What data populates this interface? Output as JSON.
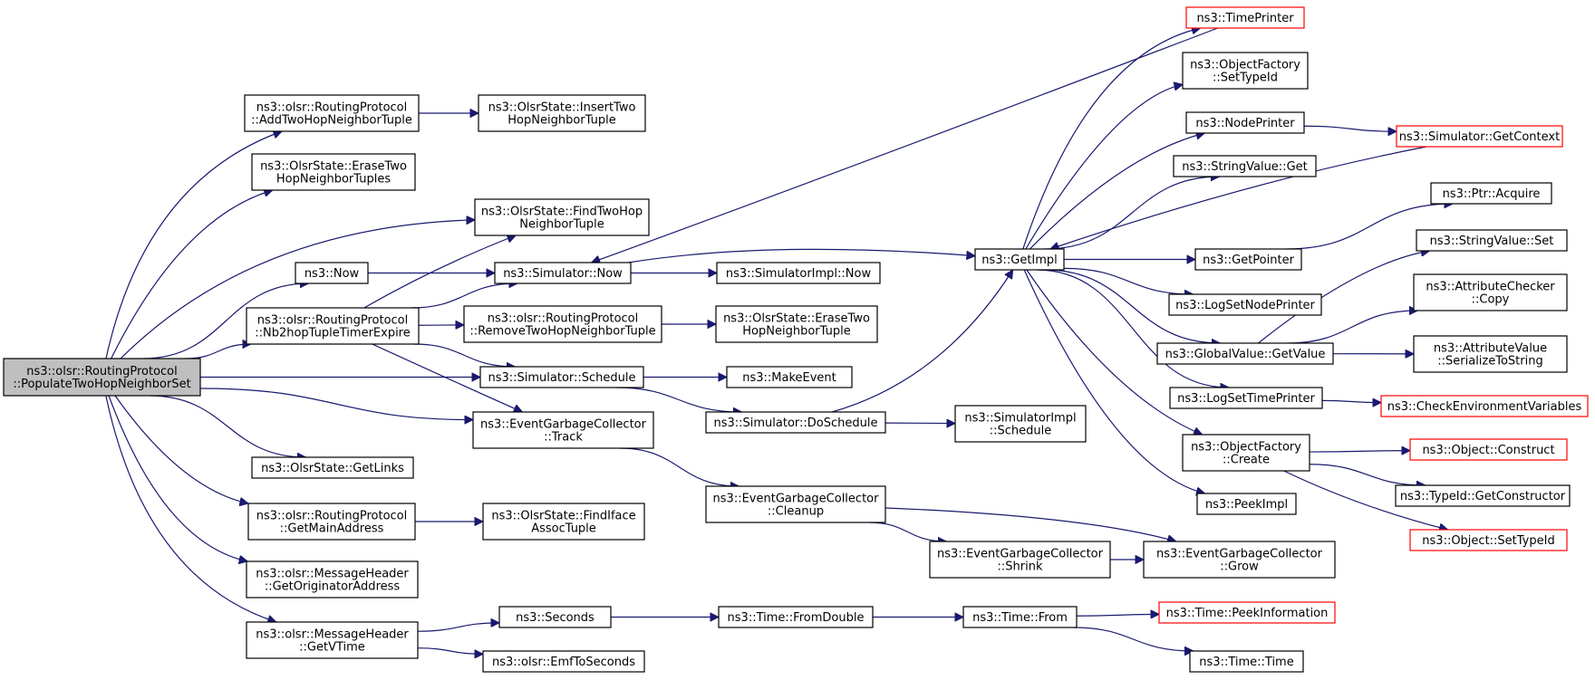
{
  "nodes": [
    {
      "id": "root",
      "lines": [
        "ns3::olsr::RoutingProtocol",
        "::PopulateTwoHopNeighborSet"
      ],
      "root": true
    },
    {
      "id": "addTwoHop",
      "lines": [
        "ns3::olsr::RoutingProtocol",
        "::AddTwoHopNeighborTuple"
      ]
    },
    {
      "id": "insertTwoHop",
      "lines": [
        "ns3::OlsrState::InsertTwo",
        "HopNeighborTuple"
      ]
    },
    {
      "id": "eraseTwoHopTuples",
      "lines": [
        "ns3::OlsrState::EraseTwo",
        "HopNeighborTuples"
      ]
    },
    {
      "id": "findTwoHop",
      "lines": [
        "ns3::OlsrState::FindTwoHop",
        "NeighborTuple"
      ]
    },
    {
      "id": "now",
      "lines": [
        "ns3::Now"
      ]
    },
    {
      "id": "simNow",
      "lines": [
        "ns3::Simulator::Now"
      ]
    },
    {
      "id": "simImplNow",
      "lines": [
        "ns3::SimulatorImpl::Now"
      ]
    },
    {
      "id": "nb2hop",
      "lines": [
        "ns3::olsr::RoutingProtocol",
        "::Nb2hopTupleTimerExpire"
      ]
    },
    {
      "id": "removeTwoHop",
      "lines": [
        "ns3::olsr::RoutingProtocol",
        "::RemoveTwoHopNeighborTuple"
      ]
    },
    {
      "id": "eraseTwoHopTuple",
      "lines": [
        "ns3::OlsrState::EraseTwo",
        "HopNeighborTuple"
      ]
    },
    {
      "id": "schedule",
      "lines": [
        "ns3::Simulator::Schedule"
      ]
    },
    {
      "id": "makeEvent",
      "lines": [
        "ns3::MakeEvent"
      ]
    },
    {
      "id": "egcTrack",
      "lines": [
        "ns3::EventGarbageCollector",
        "::Track"
      ]
    },
    {
      "id": "doSchedule",
      "lines": [
        "ns3::Simulator::DoSchedule"
      ]
    },
    {
      "id": "simImplSchedule",
      "lines": [
        "ns3::SimulatorImpl",
        "::Schedule"
      ]
    },
    {
      "id": "getLinks",
      "lines": [
        "ns3::OlsrState::GetLinks"
      ]
    },
    {
      "id": "getMainAddress",
      "lines": [
        "ns3::olsr::RoutingProtocol",
        "::GetMainAddress"
      ]
    },
    {
      "id": "findIface",
      "lines": [
        "ns3::OlsrState::FindIface",
        "AssocTuple"
      ]
    },
    {
      "id": "getOrigAddr",
      "lines": [
        "ns3::olsr::MessageHeader",
        "::GetOriginatorAddress"
      ]
    },
    {
      "id": "getVTime",
      "lines": [
        "ns3::olsr::MessageHeader",
        "::GetVTime"
      ]
    },
    {
      "id": "seconds",
      "lines": [
        "ns3::Seconds"
      ]
    },
    {
      "id": "emfToSeconds",
      "lines": [
        "ns3::olsr::EmfToSeconds"
      ]
    },
    {
      "id": "timeFromDouble",
      "lines": [
        "ns3::Time::FromDouble"
      ]
    },
    {
      "id": "timeFrom",
      "lines": [
        "ns3::Time::From"
      ]
    },
    {
      "id": "peekInfo",
      "lines": [
        "ns3::Time::PeekInformation"
      ],
      "red": true
    },
    {
      "id": "timeTime",
      "lines": [
        "ns3::Time::Time"
      ]
    },
    {
      "id": "egcCleanup",
      "lines": [
        "ns3::EventGarbageCollector",
        "::Cleanup"
      ]
    },
    {
      "id": "egcShrink",
      "lines": [
        "ns3::EventGarbageCollector",
        "::Shrink"
      ]
    },
    {
      "id": "egcGrow",
      "lines": [
        "ns3::EventGarbageCollector",
        "::Grow"
      ]
    },
    {
      "id": "getImpl",
      "lines": [
        "ns3::GetImpl"
      ]
    },
    {
      "id": "timePrinter",
      "lines": [
        "ns3::TimePrinter"
      ],
      "red": true
    },
    {
      "id": "ofSetTypeId",
      "lines": [
        "ns3::ObjectFactory",
        "::SetTypeId"
      ]
    },
    {
      "id": "nodePrinter",
      "lines": [
        "ns3::NodePrinter"
      ]
    },
    {
      "id": "simGetContext",
      "lines": [
        "ns3::Simulator::GetContext"
      ],
      "red": true
    },
    {
      "id": "strValGet",
      "lines": [
        "ns3::StringValue::Get"
      ]
    },
    {
      "id": "ptrAcquire",
      "lines": [
        "ns3::Ptr::Acquire"
      ]
    },
    {
      "id": "getPointer",
      "lines": [
        "ns3::GetPointer"
      ]
    },
    {
      "id": "strValSet",
      "lines": [
        "ns3::StringValue::Set"
      ]
    },
    {
      "id": "logSetNodePrinter",
      "lines": [
        "ns3::LogSetNodePrinter"
      ]
    },
    {
      "id": "attrCheckerCopy",
      "lines": [
        "ns3::AttributeChecker",
        "::Copy"
      ]
    },
    {
      "id": "globalValGet",
      "lines": [
        "ns3::GlobalValue::GetValue"
      ]
    },
    {
      "id": "attrValSerialize",
      "lines": [
        "ns3::AttributeValue",
        "::SerializeToString"
      ]
    },
    {
      "id": "logSetTimePrinter",
      "lines": [
        "ns3::LogSetTimePrinter"
      ]
    },
    {
      "id": "checkEnv",
      "lines": [
        "ns3::CheckEnvironmentVariables"
      ],
      "red": true
    },
    {
      "id": "ofCreate",
      "lines": [
        "ns3::ObjectFactory",
        "::Create"
      ]
    },
    {
      "id": "objConstruct",
      "lines": [
        "ns3::Object::Construct"
      ],
      "red": true
    },
    {
      "id": "typeIdGetCtor",
      "lines": [
        "ns3::TypeId::GetConstructor"
      ]
    },
    {
      "id": "objSetTypeId",
      "lines": [
        "ns3::Object::SetTypeId"
      ],
      "red": true
    },
    {
      "id": "peekImpl",
      "lines": [
        "ns3::PeekImpl"
      ]
    }
  ],
  "edges": [
    [
      "root",
      "addTwoHop"
    ],
    [
      "root",
      "eraseTwoHopTuples"
    ],
    [
      "root",
      "findTwoHop"
    ],
    [
      "root",
      "now"
    ],
    [
      "root",
      "nb2hop"
    ],
    [
      "root",
      "schedule"
    ],
    [
      "root",
      "egcTrack"
    ],
    [
      "root",
      "getLinks"
    ],
    [
      "root",
      "getMainAddress"
    ],
    [
      "root",
      "getOrigAddr"
    ],
    [
      "root",
      "getVTime"
    ],
    [
      "addTwoHop",
      "insertTwoHop"
    ],
    [
      "now",
      "simNow"
    ],
    [
      "nb2hop",
      "findTwoHop"
    ],
    [
      "nb2hop",
      "simNow"
    ],
    [
      "nb2hop",
      "removeTwoHop"
    ],
    [
      "nb2hop",
      "schedule"
    ],
    [
      "nb2hop",
      "egcTrack"
    ],
    [
      "removeTwoHop",
      "eraseTwoHopTuple"
    ],
    [
      "simNow",
      "simImplNow"
    ],
    [
      "simNow",
      "getImpl"
    ],
    [
      "schedule",
      "makeEvent"
    ],
    [
      "schedule",
      "doSchedule"
    ],
    [
      "doSchedule",
      "getImpl"
    ],
    [
      "doSchedule",
      "simImplSchedule"
    ],
    [
      "egcTrack",
      "egcCleanup"
    ],
    [
      "egcCleanup",
      "egcShrink"
    ],
    [
      "egcCleanup",
      "egcGrow"
    ],
    [
      "egcShrink",
      "egcGrow"
    ],
    [
      "getMainAddress",
      "findIface"
    ],
    [
      "getVTime",
      "seconds"
    ],
    [
      "getVTime",
      "emfToSeconds"
    ],
    [
      "seconds",
      "timeFromDouble"
    ],
    [
      "timeFromDouble",
      "timeFrom"
    ],
    [
      "timeFrom",
      "peekInfo"
    ],
    [
      "timeFrom",
      "timeTime"
    ],
    [
      "getImpl",
      "timePrinter"
    ],
    [
      "getImpl",
      "ofSetTypeId"
    ],
    [
      "getImpl",
      "nodePrinter"
    ],
    [
      "getImpl",
      "strValGet"
    ],
    [
      "getImpl",
      "getPointer"
    ],
    [
      "getImpl",
      "logSetNodePrinter"
    ],
    [
      "getImpl",
      "globalValGet"
    ],
    [
      "getImpl",
      "logSetTimePrinter"
    ],
    [
      "getImpl",
      "ofCreate"
    ],
    [
      "getImpl",
      "peekImpl"
    ],
    [
      "timePrinter",
      "simNow"
    ],
    [
      "nodePrinter",
      "simGetContext"
    ],
    [
      "simGetContext",
      "getImpl"
    ],
    [
      "getPointer",
      "ptrAcquire"
    ],
    [
      "globalValGet",
      "strValSet"
    ],
    [
      "globalValGet",
      "attrCheckerCopy"
    ],
    [
      "globalValGet",
      "attrValSerialize"
    ],
    [
      "logSetTimePrinter",
      "checkEnv"
    ],
    [
      "ofCreate",
      "objConstruct"
    ],
    [
      "ofCreate",
      "typeIdGetCtor"
    ],
    [
      "ofCreate",
      "objSetTypeId"
    ]
  ]
}
